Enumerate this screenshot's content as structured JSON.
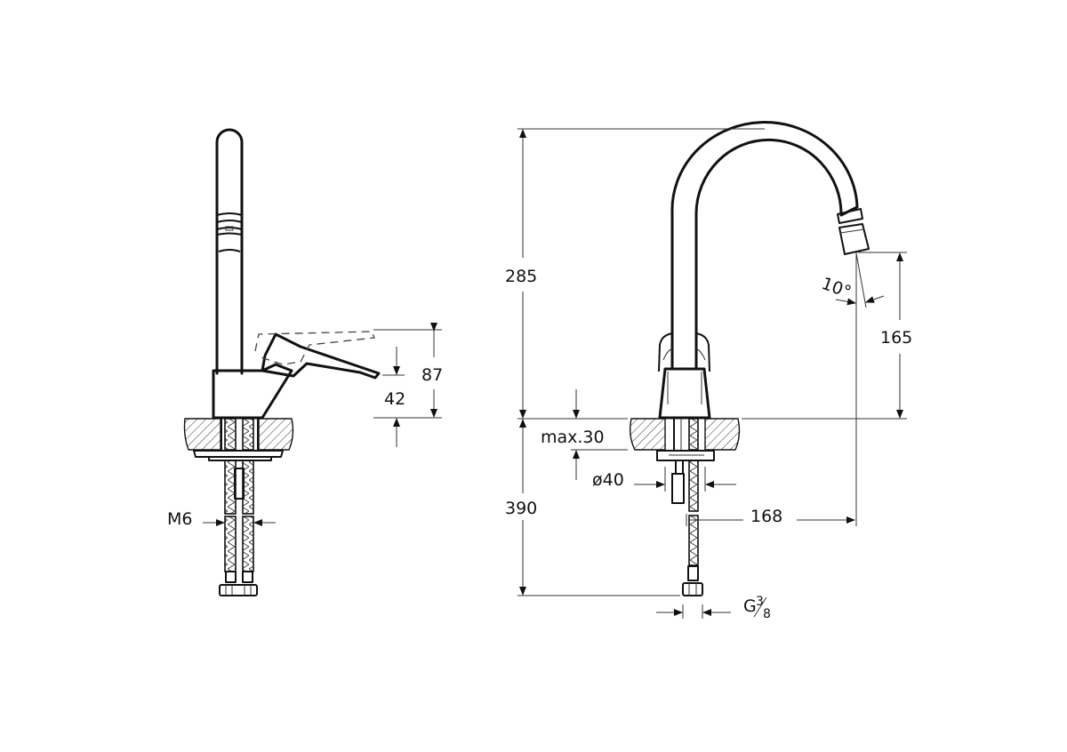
{
  "drawing": {
    "type": "technical dimension drawing",
    "subject": "single-lever basin mixer with swivel spout",
    "views": [
      {
        "name": "side-view",
        "dimensions": {
          "lever_height": "87",
          "lever_rise": "42",
          "fixing_thread": "M6"
        }
      },
      {
        "name": "front-view",
        "dimensions": {
          "total_height": "285",
          "spout_outlet_height": "165",
          "spray_angle": "10°",
          "max_countertop": "max.30",
          "hole_diameter": "ø40",
          "below_counter_length": "390",
          "spout_reach": "168",
          "connection_thread_main": "G",
          "connection_thread_num": "3",
          "connection_thread_den": "8"
        }
      }
    ]
  }
}
